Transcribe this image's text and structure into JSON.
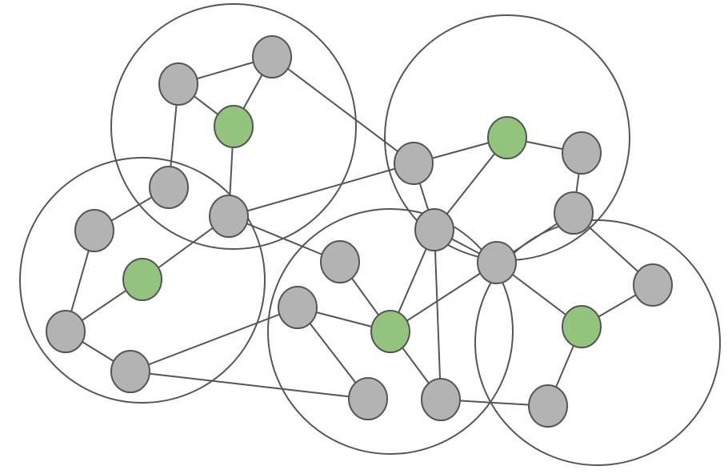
{
  "colors": {
    "background": "#ffffff",
    "stroke": "#555555",
    "node_default": "#b3b3b3",
    "node_highlight": "#93c47d"
  },
  "nodes": [
    {
      "id": "n1",
      "type": "default"
    },
    {
      "id": "n2",
      "type": "default"
    },
    {
      "id": "n3",
      "type": "highlight"
    },
    {
      "id": "n4",
      "type": "default"
    },
    {
      "id": "n5",
      "type": "default"
    },
    {
      "id": "n6",
      "type": "default"
    },
    {
      "id": "n7",
      "type": "highlight"
    },
    {
      "id": "n8",
      "type": "default"
    },
    {
      "id": "n9",
      "type": "default"
    },
    {
      "id": "n10",
      "type": "default"
    },
    {
      "id": "n11",
      "type": "highlight"
    },
    {
      "id": "n12",
      "type": "default"
    },
    {
      "id": "n13",
      "type": "default"
    },
    {
      "id": "n14",
      "type": "default"
    },
    {
      "id": "n15",
      "type": "default"
    },
    {
      "id": "n16",
      "type": "default"
    },
    {
      "id": "n17",
      "type": "highlight"
    },
    {
      "id": "n18",
      "type": "default"
    },
    {
      "id": "n19",
      "type": "default"
    },
    {
      "id": "n20",
      "type": "default"
    },
    {
      "id": "n21",
      "type": "default"
    },
    {
      "id": "n22",
      "type": "highlight"
    },
    {
      "id": "n23",
      "type": "default"
    }
  ],
  "edges": [
    [
      "n1",
      "n2"
    ],
    [
      "n1",
      "n3"
    ],
    [
      "n2",
      "n3"
    ],
    [
      "n1",
      "n4"
    ],
    [
      "n3",
      "n5"
    ],
    [
      "n2",
      "n12"
    ],
    [
      "n4",
      "n6"
    ],
    [
      "n5",
      "n7"
    ],
    [
      "n6",
      "n8"
    ],
    [
      "n7",
      "n9"
    ],
    [
      "n8",
      "n9"
    ],
    [
      "n8",
      "n10"
    ],
    [
      "n5",
      "n12"
    ],
    [
      "n5",
      "n18"
    ],
    [
      "n9",
      "n15"
    ],
    [
      "n10",
      "n16"
    ],
    [
      "n12",
      "n11"
    ],
    [
      "n11",
      "n13"
    ],
    [
      "n13",
      "n14"
    ],
    [
      "n12",
      "n15"
    ],
    [
      "n14",
      "n19"
    ],
    [
      "n11",
      "n15"
    ],
    [
      "n14",
      "n22"
    ],
    [
      "n18",
      "n17"
    ],
    [
      "n16",
      "n17"
    ],
    [
      "n16",
      "n20"
    ],
    [
      "n15",
      "n17"
    ],
    [
      "n15",
      "n21"
    ],
    [
      "n15",
      "n19"
    ],
    [
      "n19",
      "n17"
    ],
    [
      "n21",
      "n20"
    ],
    [
      "n19",
      "n22"
    ],
    [
      "n22",
      "n23"
    ],
    [
      "n22",
      "n21"
    ],
    [
      "n21",
      "n19"
    ]
  ]
}
